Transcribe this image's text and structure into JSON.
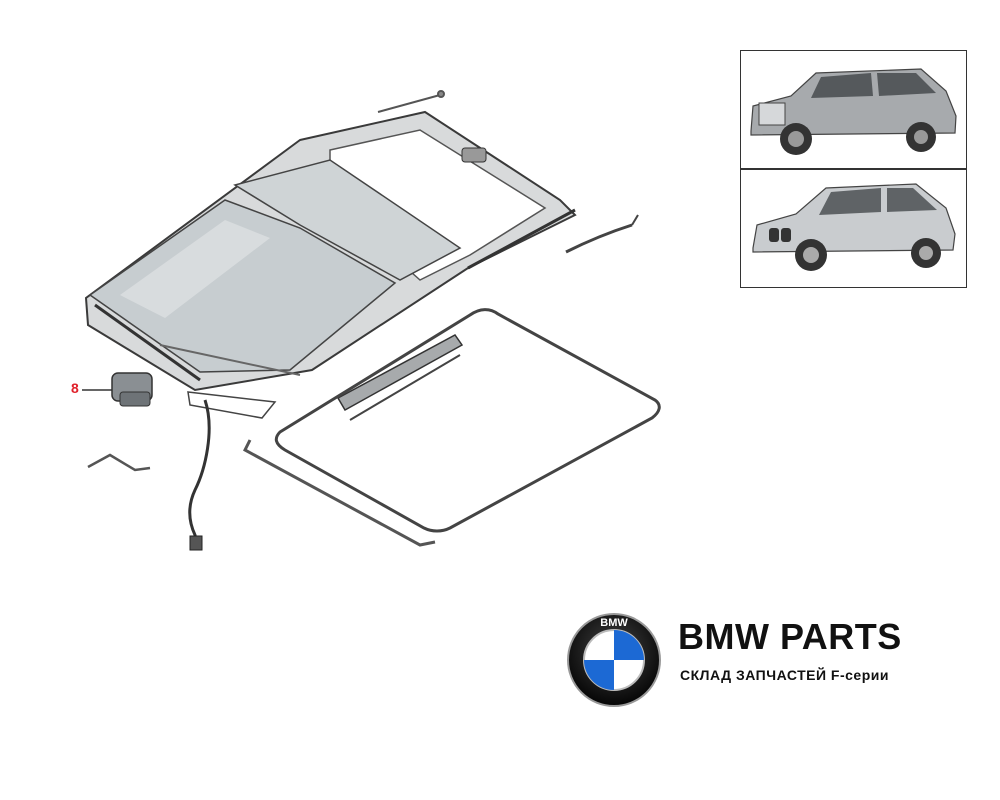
{
  "diagram": {
    "callouts": [
      {
        "label": "8"
      }
    ]
  },
  "thumbnails": [
    {
      "name": "suv-silver-rolls-royce"
    },
    {
      "name": "suv-silver-bmw-x5"
    }
  ],
  "brand": {
    "logo_letters": "BMW",
    "title": "BMW PARTS",
    "subtitle": "СКЛАД ЗАПЧАСТЕЙ F-серии"
  },
  "colors": {
    "callout": "#e0202a",
    "logo_blue": "#1c69d4",
    "logo_ring": "#111111",
    "line": "#3a3a3a",
    "glass": "#cfd4d6"
  }
}
